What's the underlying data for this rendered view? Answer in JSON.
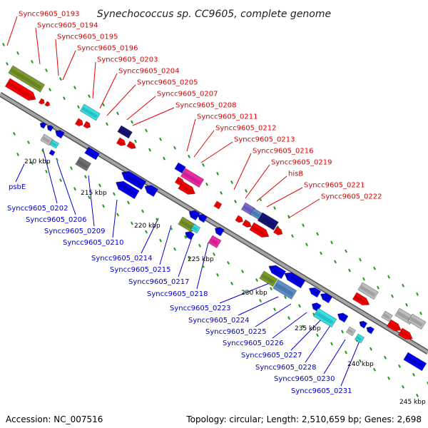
{
  "title": "Synechococcus sp. CC9605, complete genome",
  "footer": {
    "accession": "Accession: NC_007516",
    "summary": "Topology: circular; Length: 2,510,659 bp; Genes: 2,698"
  },
  "colors": {
    "forward_label": "#e00000",
    "reverse_label": "#0000cc",
    "backbone": "#9a9a9a",
    "gene_forward": "#ff0000",
    "gene_reverse": "#0000ee",
    "gene_cyan": "#33e0e6",
    "gene_navy": "#14147a",
    "gene_magenta": "#ee2aa8",
    "gene_olive": "#7a9a2a",
    "gene_grey": "#bdbdbd",
    "gene_steel": "#5a8fc8",
    "gene_dark_grey": "#707070",
    "gene_purple": "#7a6ad0",
    "tick": "#1a9a1a"
  },
  "kbp_labels": [
    "210 kbp",
    "215 kbp",
    "220 kbp",
    "225 kbp",
    "230 kbp",
    "235 kbp",
    "240 kbp",
    "245 kbp"
  ],
  "forward_labels": [
    "Syncc9605_0193",
    "Syncc9605_0194",
    "Syncc9605_0195",
    "Syncc9605_0196",
    "Syncc9605_0203",
    "Syncc9605_0204",
    "Syncc9605_0205",
    "Syncc9605_0207",
    "Syncc9605_0208",
    "Syncc9605_0211",
    "Syncc9605_0212",
    "Syncc9605_0213",
    "Syncc9605_0216",
    "Syncc9605_0219",
    "hisB",
    "Syncc9605_0221",
    "Syncc9605_0222"
  ],
  "reverse_labels": [
    "psbE",
    "Syncc9605_0202",
    "Syncc9605_0206",
    "Syncc9605_0209",
    "Syncc9605_0210",
    "Syncc9605_0214",
    "Syncc9605_0215",
    "Syncc9605_0217",
    "Syncc9605_0218",
    "Syncc9605_0223",
    "Syncc9605_0224",
    "Syncc9605_0225",
    "Syncc9605_0226",
    "Syncc9605_0227",
    "Syncc9605_0228",
    "Syncc9605_0230",
    "Syncc9605_0231"
  ]
}
